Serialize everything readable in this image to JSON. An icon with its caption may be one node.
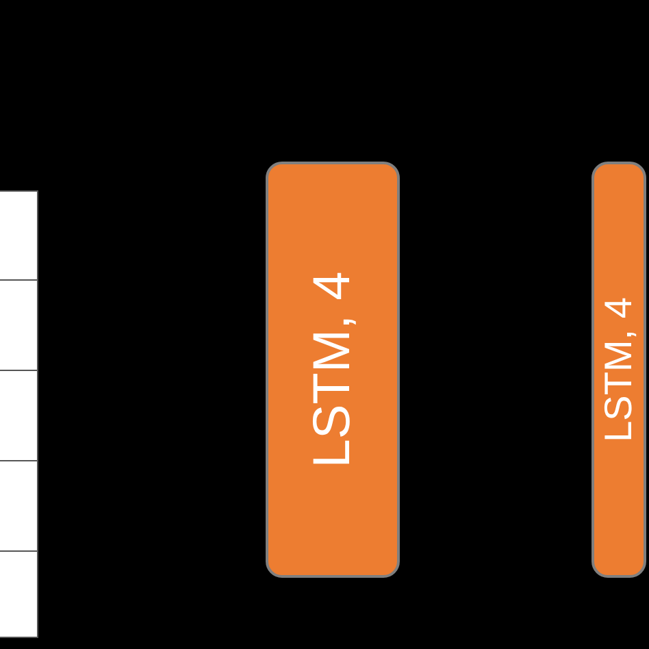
{
  "diagram": {
    "nodes": [
      {
        "text": [],
        "shape": "box"
      },
      {
        "text": [],
        "shape": "box"
      },
      {
        "text": [],
        "shape": "box"
      },
      {
        "text": [],
        "shape": "box"
      },
      {
        "text": [],
        "shape": "box"
      },
      {
        "text": [
          "LSTM, 4"
        ]
      },
      {
        "text": [
          "LSTM, 4"
        ]
      }
    ]
  }
}
